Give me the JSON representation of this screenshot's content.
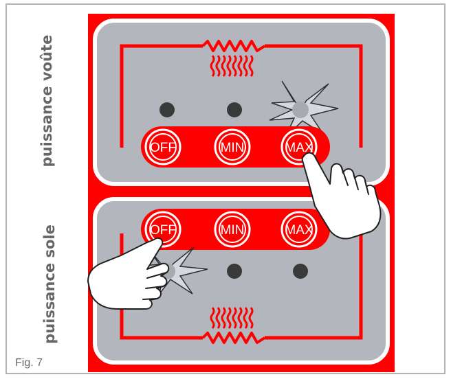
{
  "labels": {
    "top_panel": "puissance voûte",
    "bottom_panel": "puissance sole",
    "caption": "Fig. 7"
  },
  "top_panel": {
    "buttons": [
      "OFF",
      "MIN",
      "MAX"
    ],
    "active_indicator": "MAX"
  },
  "bottom_panel": {
    "buttons": [
      "OFF",
      "MIN",
      "MAX"
    ],
    "active_indicator": "OFF"
  },
  "colors": {
    "plate": "#ff0000",
    "panel": "#b3b7bd",
    "frame": "#b3b3b3",
    "label": "#666666"
  }
}
